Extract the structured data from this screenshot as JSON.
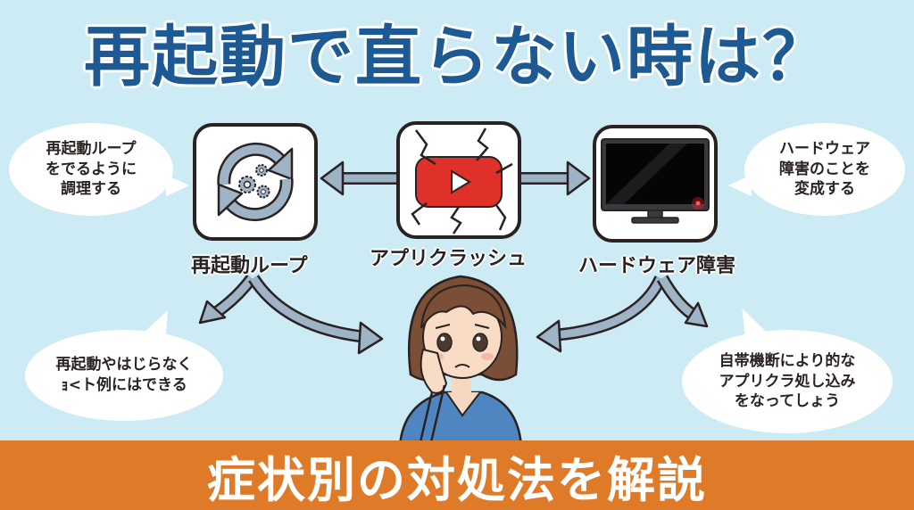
{
  "title": "再起動で直らない時は？",
  "nodes": [
    {
      "id": "reboot-loop",
      "label": "再起動ループ",
      "icon": "refresh-gears-icon"
    },
    {
      "id": "app-crash",
      "label": "アプリクラッシュ",
      "icon": "cracked-play-button-icon"
    },
    {
      "id": "hardware-failure",
      "label": "ハードウェア障害",
      "icon": "monitor-icon"
    }
  ],
  "bubbles": {
    "top_left": "再起動ループ\nをでるように\n調理する",
    "top_right": "ハードウェア\n障害のことを\n変成する",
    "bottom_left": "再起動やはじらなく\nｮ<ト例にはできる",
    "bottom_right": "自帯機断により的な\nアプリクラ処し込み\nをなってしょう"
  },
  "footer": "症状別の対処法を解説",
  "colors": {
    "background": "#cdebf5",
    "title": "#1d5a94",
    "footer": "#df7a28",
    "arrow": "#9fb3c6",
    "play_red": "#e0302a"
  }
}
